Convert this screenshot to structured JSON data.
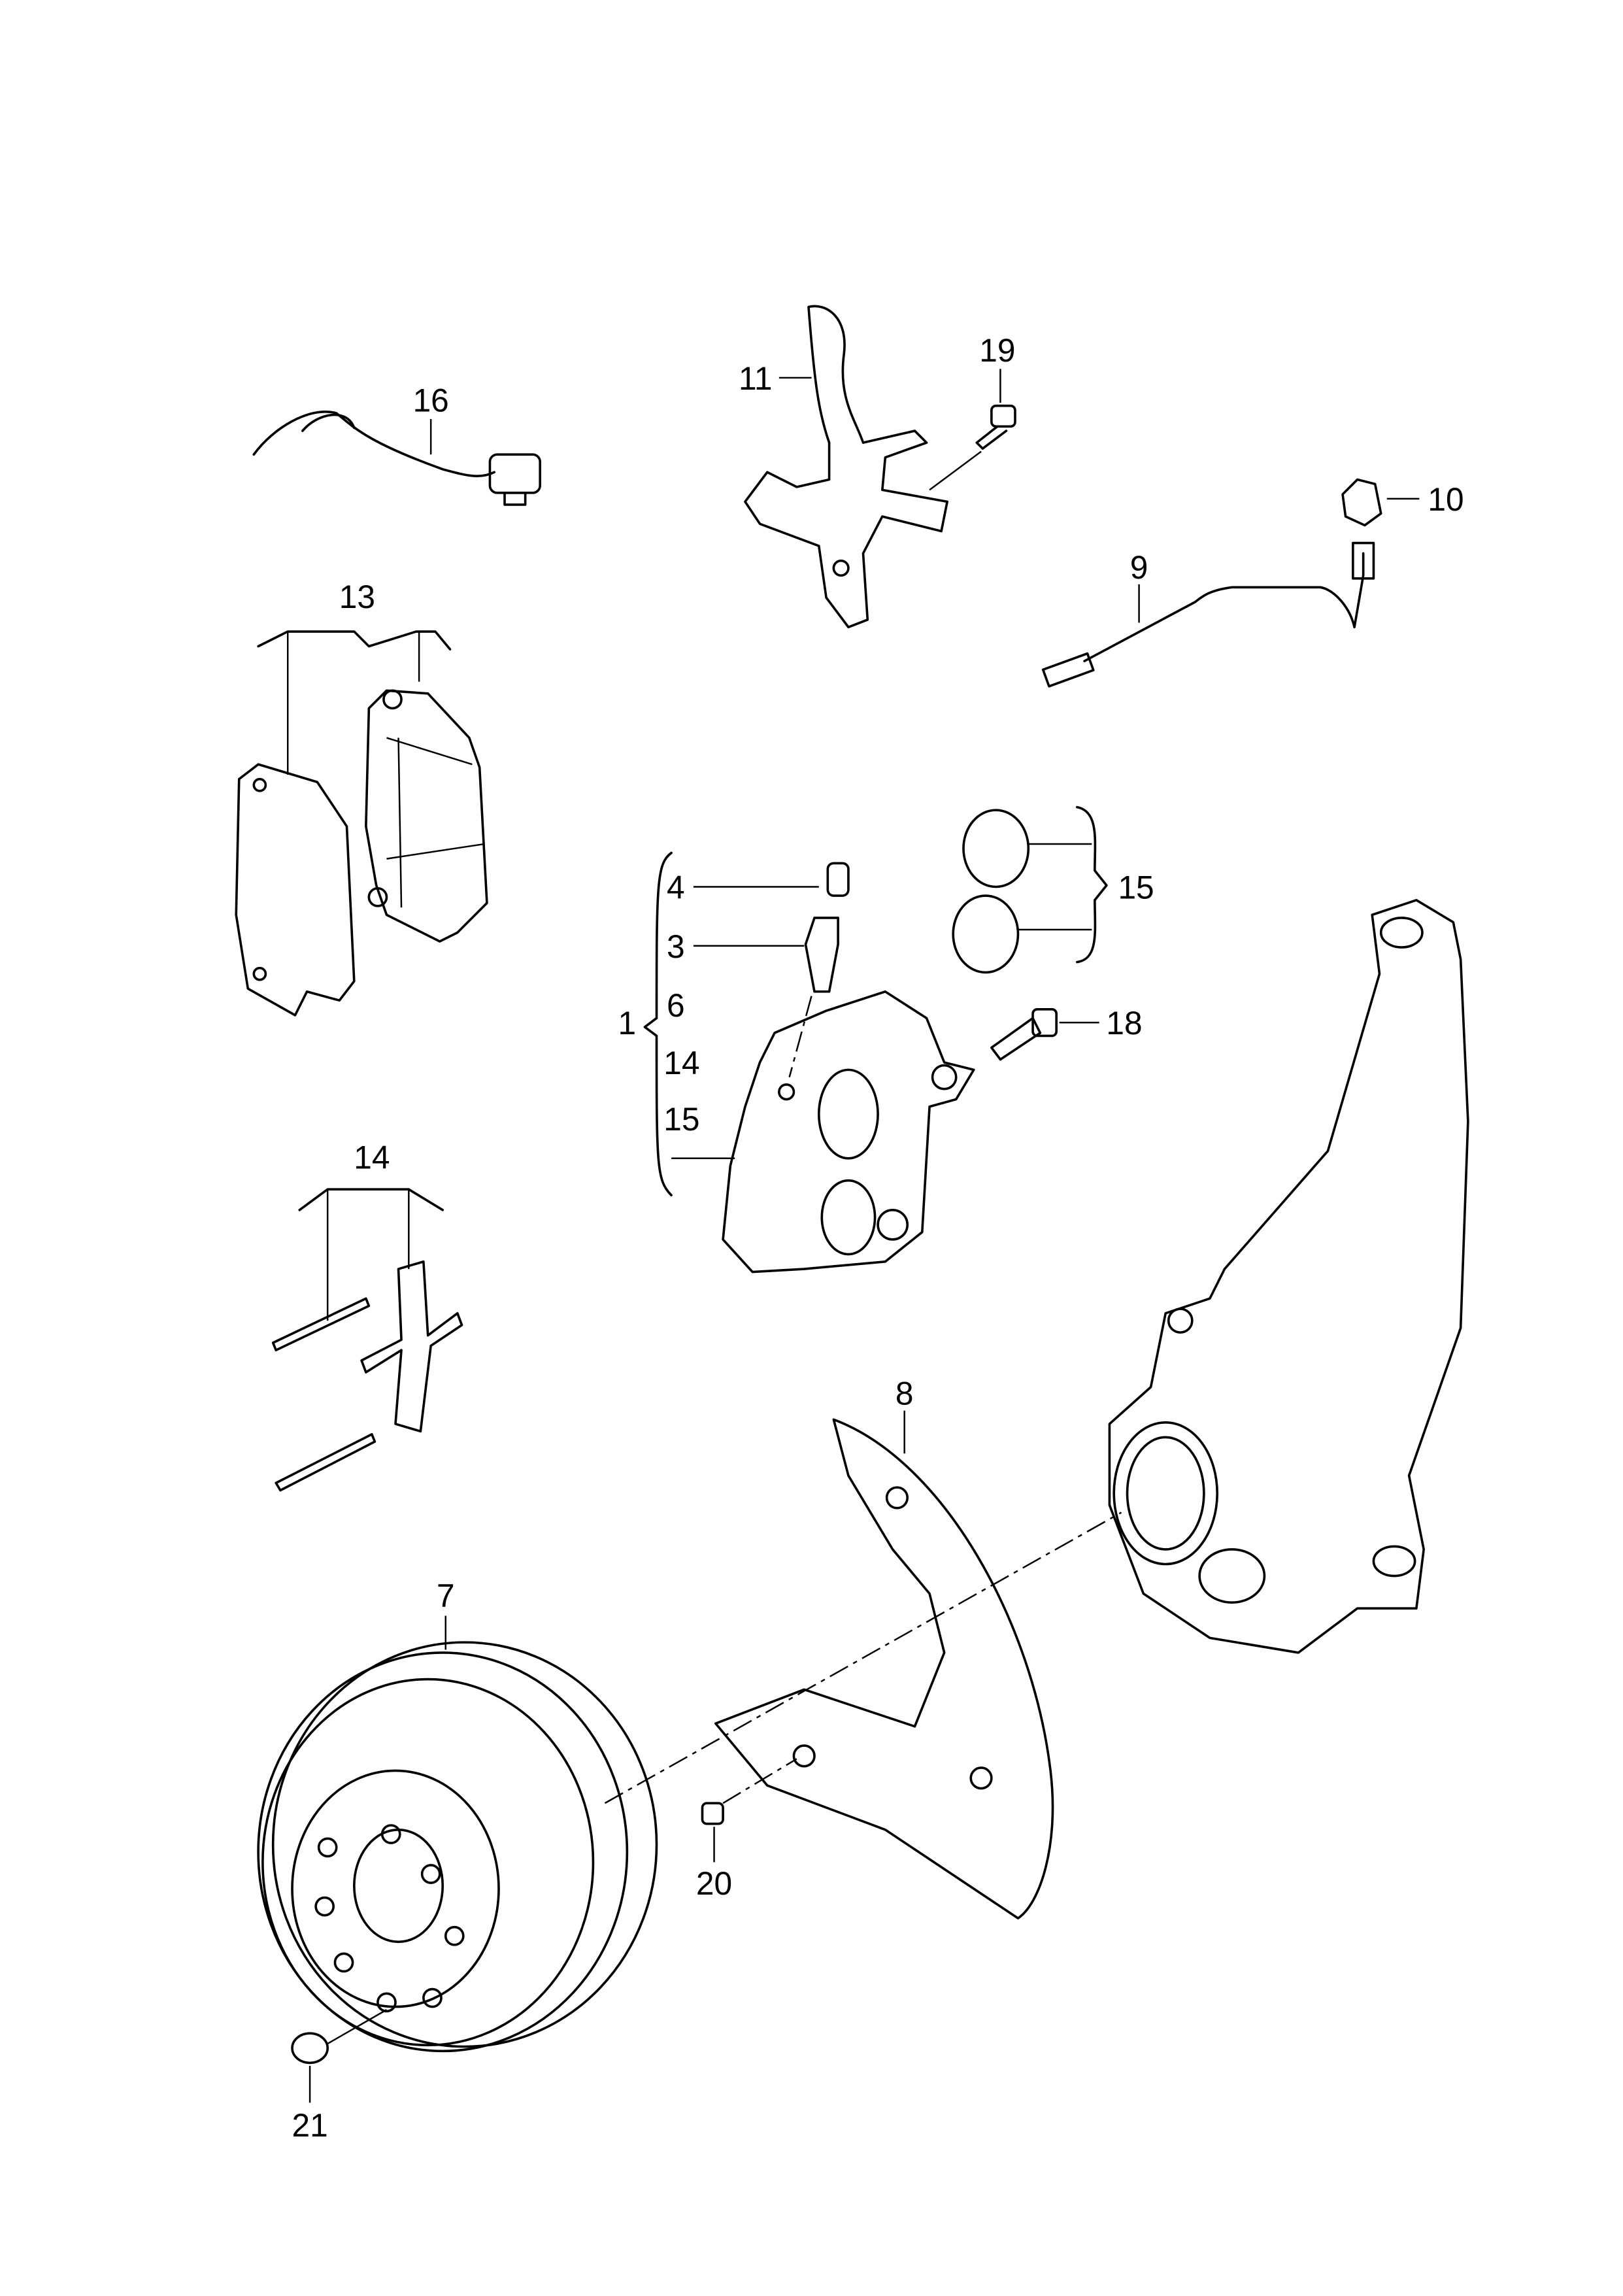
{
  "diagram": {
    "title": "",
    "callouts": {
      "p1": "1",
      "p3": "3",
      "p4": "4",
      "p6": "6",
      "p7": "7",
      "p8": "8",
      "p9": "9",
      "p10": "10",
      "p11": "11",
      "p13": "13",
      "p14_group": "14",
      "p14_list": "14",
      "p15_list": "15",
      "p15_group": "15",
      "p16": "16",
      "p18": "18",
      "p19": "19",
      "p20": "20",
      "p21": "21"
    }
  }
}
